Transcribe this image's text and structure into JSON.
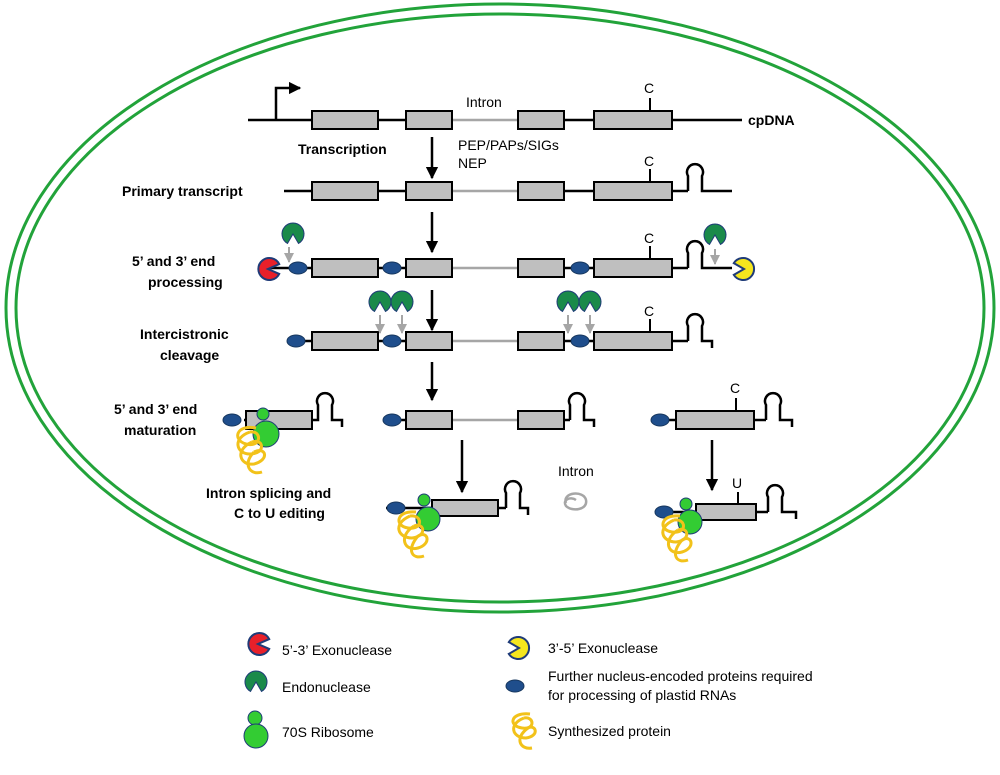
{
  "labels": {
    "intron_top": "Intron",
    "c_top": "C",
    "cpdna": "cpDNA",
    "transcription": "Transcription",
    "polymerases_line1": "PEP/PAPs/SIGs",
    "polymerases_line2": "NEP",
    "primary_transcript": "Primary transcript",
    "c_primary": "C",
    "end_processing_line1": "5’ and 3’ end",
    "end_processing_line2": "processing",
    "c_end_processing": "C",
    "intercistronic_line1": "Intercistronic",
    "intercistronic_line2": "cleavage",
    "c_intercistronic": "C",
    "maturation_line1": "5’ and 3’ end",
    "maturation_line2": "maturation",
    "c_maturation": "C",
    "splicing_line1": "Intron splicing and",
    "splicing_line2": "C to U editing",
    "intron_free": "Intron",
    "u_edited": "U"
  },
  "legend": {
    "exo53": "5’-3’ Exonuclease",
    "exo35": "3’-5’ Exonuclease",
    "endo": "Endonuclease",
    "further_line1": "Further nucleus-encoded proteins required",
    "further_line2": "for processing of plastid RNAs",
    "ribosome": "70S Ribosome",
    "synth": "Synthesized protein"
  },
  "colors": {
    "envelope": "#22a33a",
    "exon_fill": "#bfbfbf",
    "intron_line": "#a6a6a6",
    "endonuclease": "#1a8a4a",
    "exo53_fill": "#e8202a",
    "exo35_fill": "#f5e61e",
    "nuclease_outline": "#1f3b78",
    "protein_blue": "#1f4e8c",
    "ribosome": "#33cc33",
    "synth_protein": "#f2c21a"
  }
}
